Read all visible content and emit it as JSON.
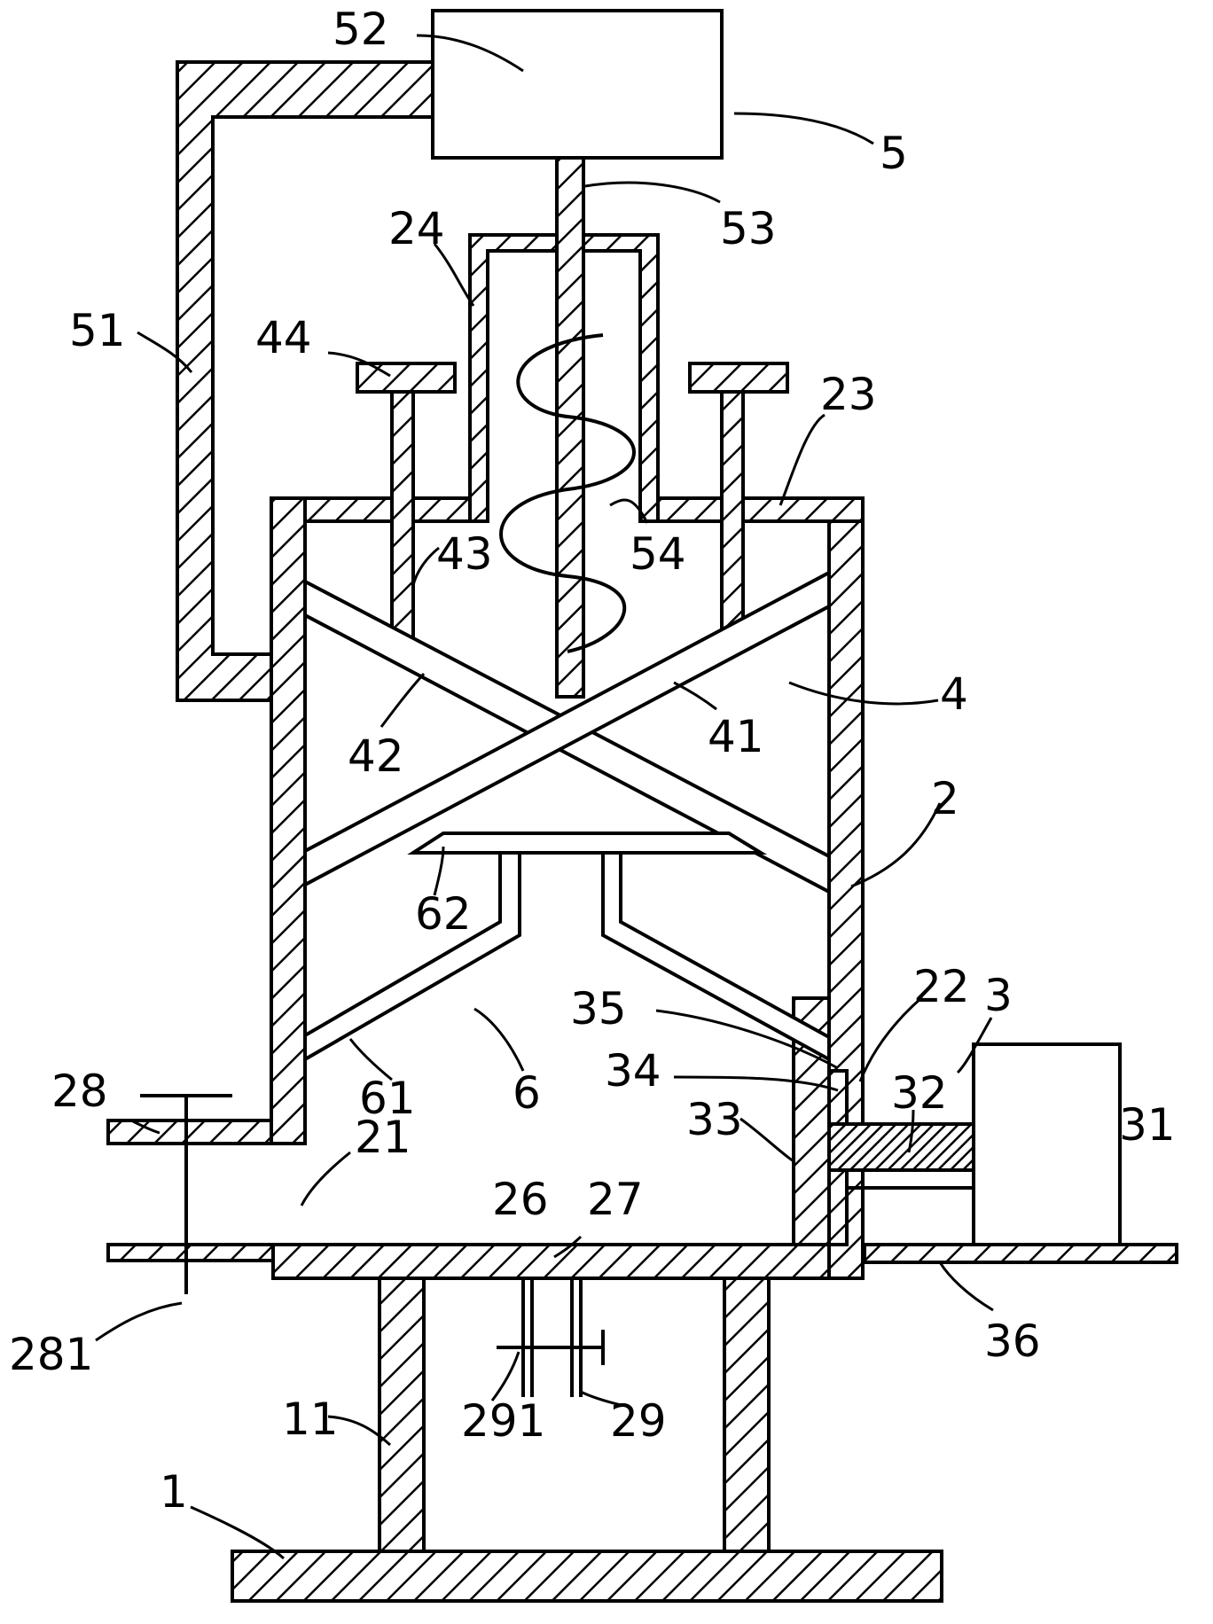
{
  "colors": {
    "line": "#000000",
    "background": "#ffffff"
  },
  "labels": {
    "l52": "52",
    "l5": "5",
    "l53": "53",
    "l24": "24",
    "l51": "51",
    "l44": "44",
    "l23": "23",
    "l43": "43",
    "l54": "54",
    "l4": "4",
    "l42": "42",
    "l41": "41",
    "l2": "2",
    "l62": "62",
    "l22": "22",
    "l3": "3",
    "l35": "35",
    "l34": "34",
    "l31": "31",
    "l61": "61",
    "l6": "6",
    "l33": "33",
    "l32": "32",
    "l28": "28",
    "l21": "21",
    "l26": "26",
    "l27": "27",
    "l281": "281",
    "l36": "36",
    "l291": "291",
    "l29": "29",
    "l11": "11",
    "l1": "1"
  }
}
